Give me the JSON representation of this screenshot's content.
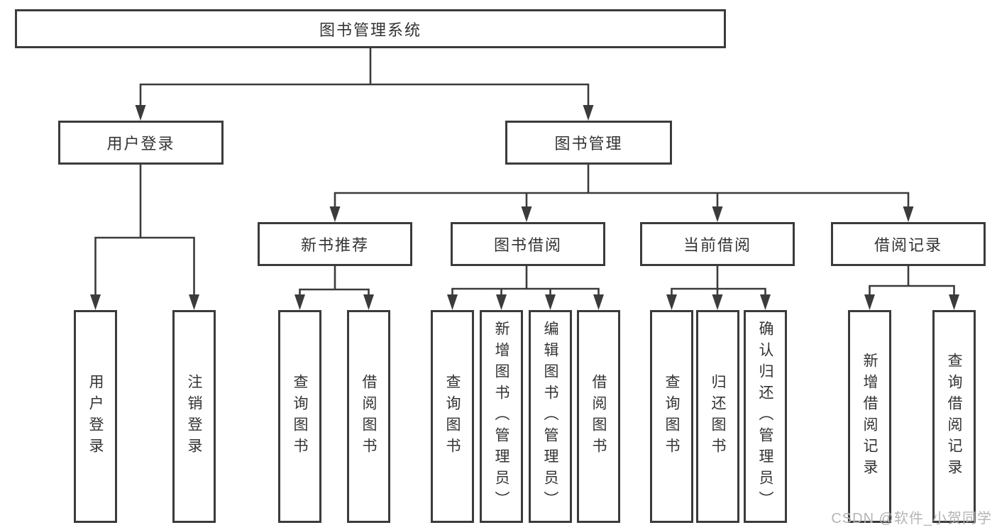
{
  "diagram_type": "hierarchy-tree",
  "colors": {
    "line": "#3b3b3b",
    "box_border": "#3b3b3b",
    "text": "#333333",
    "background": "#ffffff",
    "watermark": "#b4b4b4"
  },
  "nodes": {
    "root": "图书管理系统",
    "user_login": "用户登录",
    "book_management": "图书管理",
    "new_book_recommendation": "新书推荐",
    "book_borrowing": "图书借阅",
    "current_borrowing": "当前借阅",
    "borrowing_records": "借阅记录",
    "leaf_user_login": "用户登录",
    "leaf_logout": "注销登录",
    "leaf_recommend_query_books": "查询图书",
    "leaf_recommend_borrow_books": "借阅图书",
    "leaf_borrowing_query_books": "查询图书",
    "leaf_borrowing_add_books": "新增图书（管理员）",
    "leaf_borrowing_edit_books": "编辑图书（管理员）",
    "leaf_borrowing_borrow_books": "借阅图书",
    "leaf_current_query_books": "查询图书",
    "leaf_current_return_books": "归还图书",
    "leaf_current_confirm_return": "确认归还（管理员）",
    "leaf_records_add_record": "新增借阅记录",
    "leaf_records_query_record": "查询借阅记录"
  },
  "hierarchy": {
    "图书管理系统": {
      "用户登录": [
        "用户登录",
        "注销登录"
      ],
      "图书管理": {
        "新书推荐": [
          "查询图书",
          "借阅图书"
        ],
        "图书借阅": [
          "查询图书",
          "新增图书（管理员）",
          "编辑图书（管理员）",
          "借阅图书"
        ],
        "当前借阅": [
          "查询图书",
          "归还图书",
          "确认归还（管理员）"
        ],
        "借阅记录": [
          "新增借阅记录",
          "查询借阅记录"
        ]
      }
    }
  },
  "watermark": "CSDN @软件_小贺同学"
}
